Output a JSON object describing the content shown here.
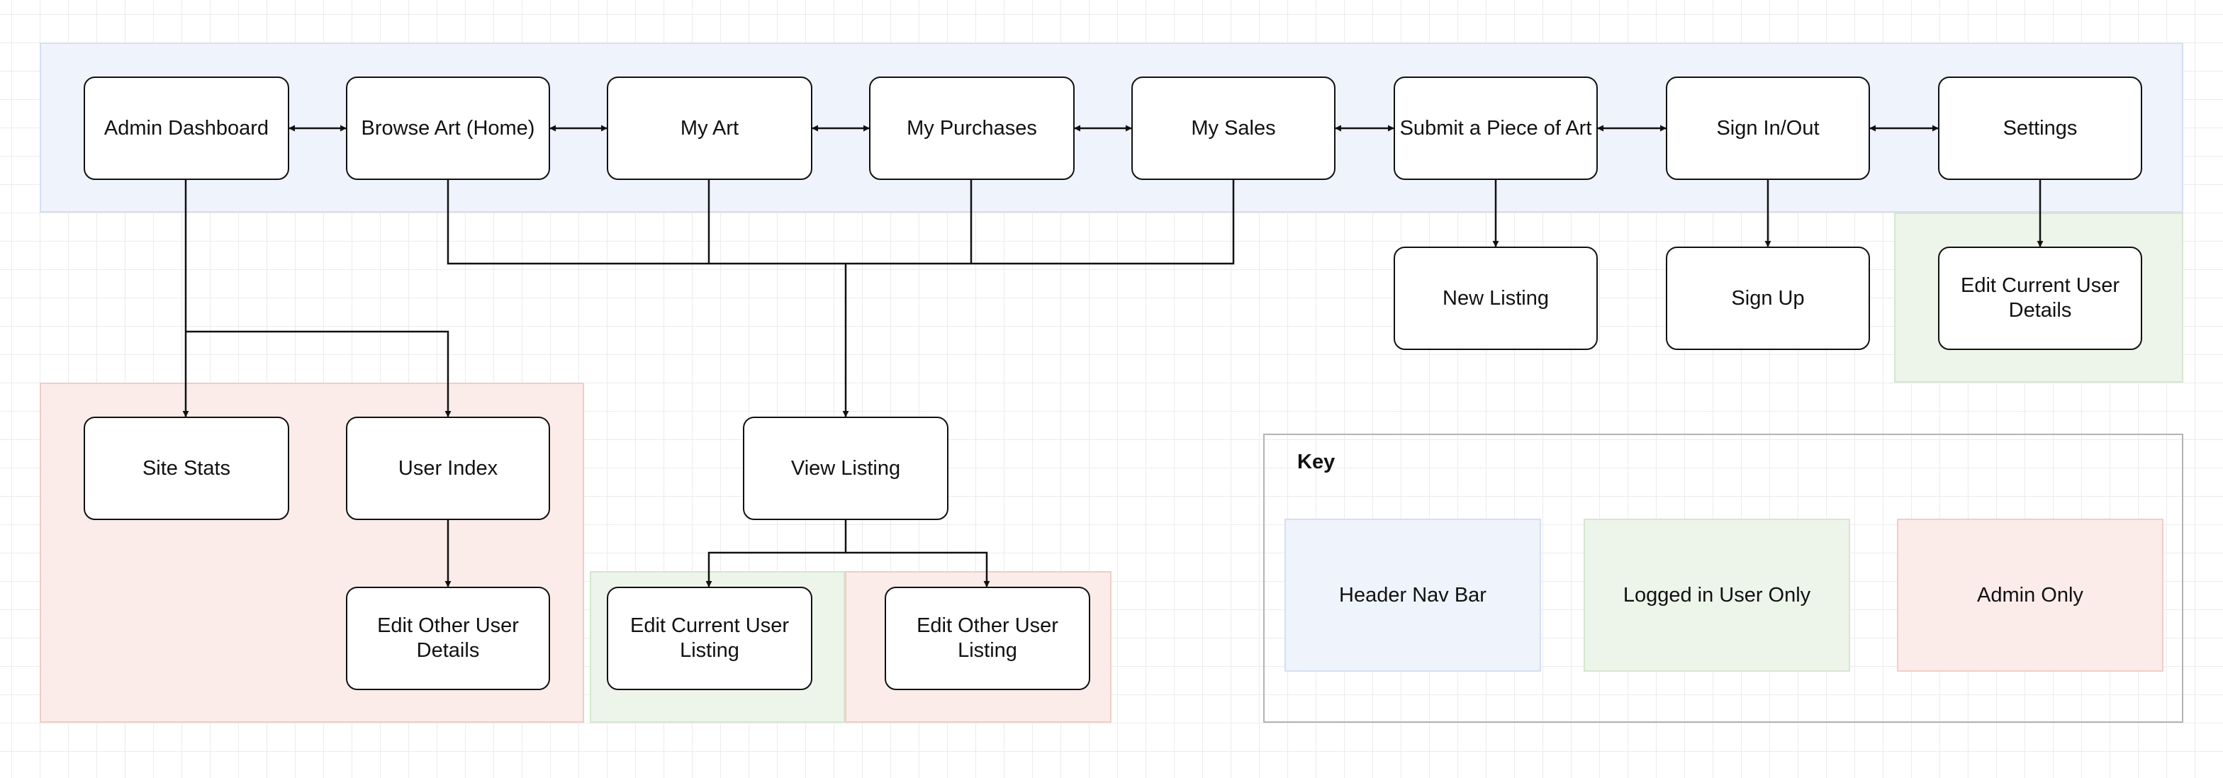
{
  "colors": {
    "header_nav": "#eef3fc",
    "logged_in": "#edf4ea",
    "admin_only": "#fbece9",
    "stroke": "#111111"
  },
  "nodes": {
    "admin_dashboard": "Admin Dashboard",
    "browse_art": "Browse Art (Home)",
    "my_art": "My Art",
    "my_purchases": "My Purchases",
    "my_sales": "My Sales",
    "submit_art": "Submit a Piece of Art",
    "sign_in_out": "Sign In/Out",
    "settings": "Settings",
    "new_listing": "New Listing",
    "sign_up": "Sign Up",
    "edit_current_user_details": "Edit Current User Details",
    "site_stats": "Site Stats",
    "user_index": "User Index",
    "edit_other_user_details": "Edit Other User Details",
    "view_listing": "View Listing",
    "edit_current_user_listing": "Edit Current User Listing",
    "edit_other_user_listing": "Edit Other User Listing"
  },
  "key": {
    "title": "Key",
    "header_nav_bar": "Header Nav Bar",
    "logged_in_only": "Logged in User Only",
    "admin_only": "Admin Only"
  }
}
